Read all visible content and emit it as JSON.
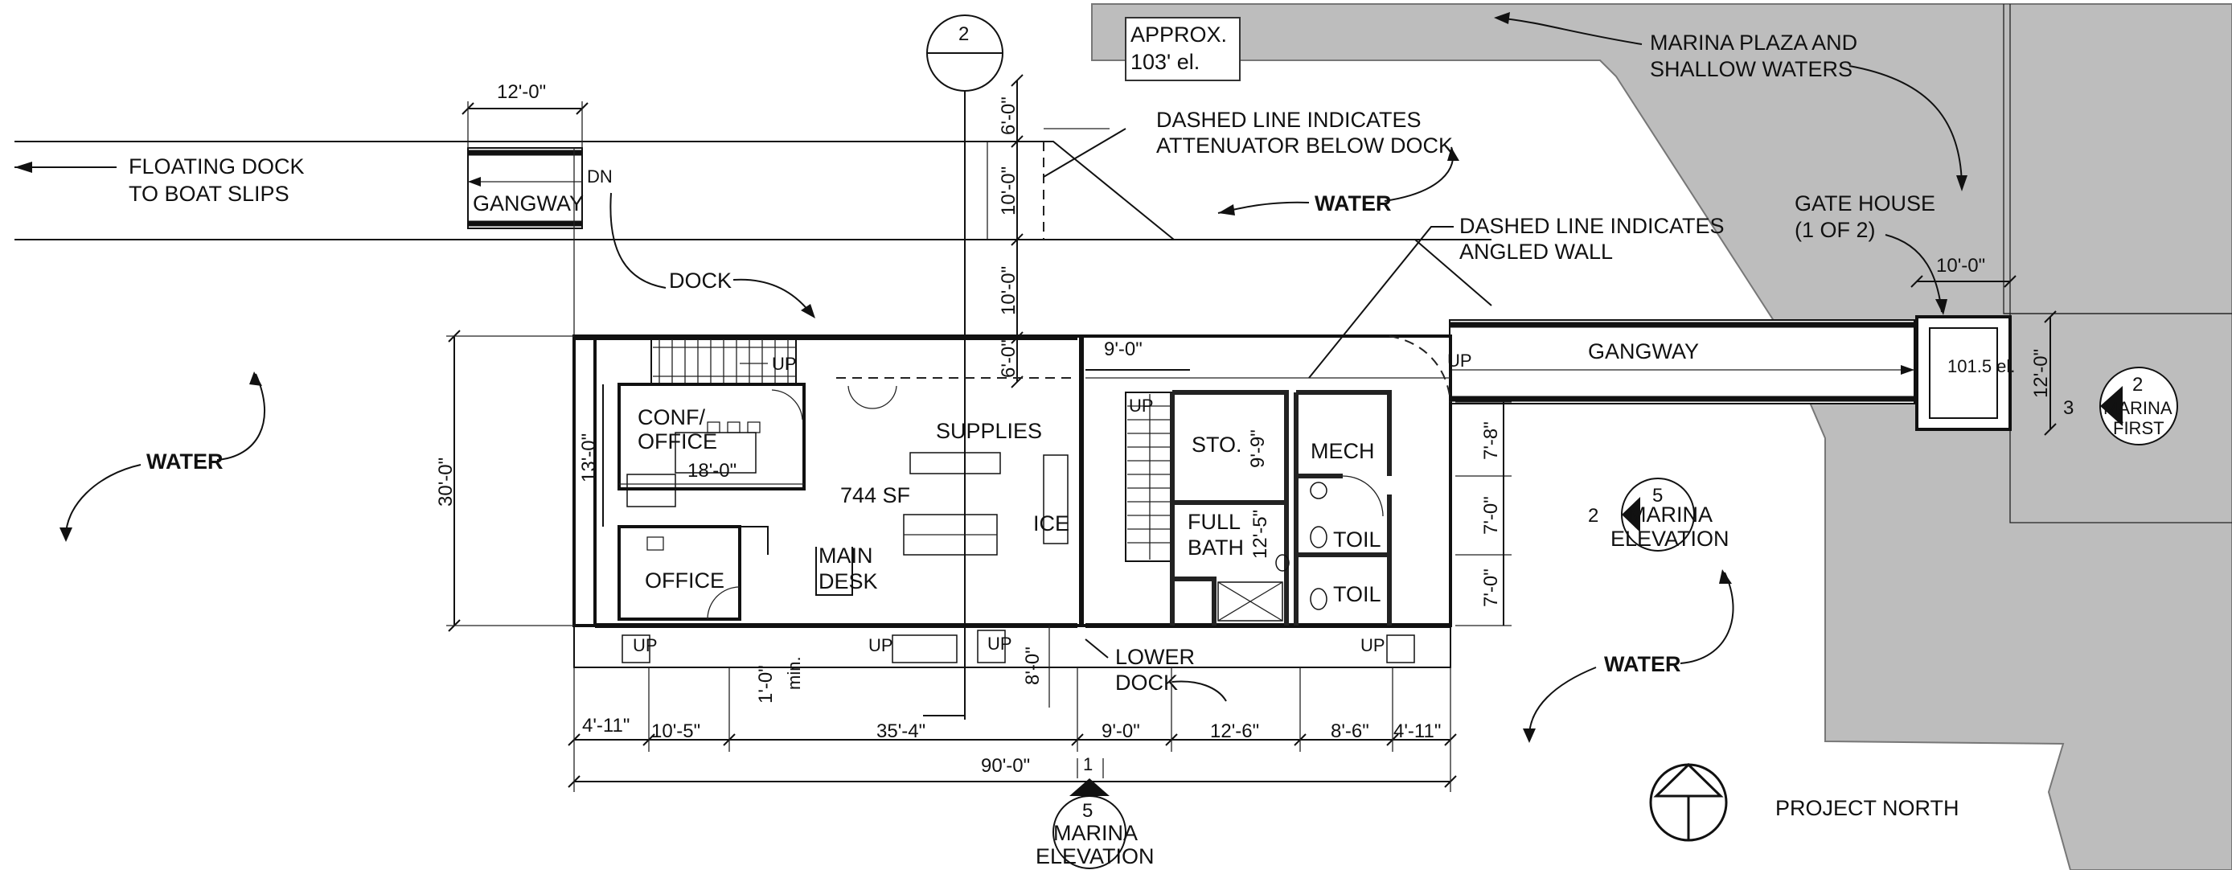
{
  "labels": {
    "approx": "APPROX.",
    "approx_el": "103' el.",
    "marina_plaza_1": "MARINA PLAZA AND",
    "marina_plaza_2": "SHALLOW WATERS",
    "section_num": "2",
    "floating_dock_1": "FLOATING DOCK",
    "floating_dock_2": "TO  BOAT SLIPS",
    "gangway_left": "GANGWAY",
    "dn": "DN",
    "dim_12_0_top": "12'-0\"",
    "attenuator_1": "DASHED LINE INDICATES",
    "attenuator_2": "ATTENUATOR BELOW DOCK",
    "water_top": "WATER",
    "angled_1": "DASHED LINE INDICATES",
    "angled_2": "ANGLED WALL",
    "gatehouse_1": "GATE HOUSE",
    "gatehouse_2": "(1 OF 2)",
    "dim_10_0_gate": "10'-0\"",
    "dock": "DOCK",
    "dim_6_0_a": "6'-0\"",
    "dim_10_0_a": "10'-0\"",
    "dim_10_0_b": "10'-0\"",
    "dim_6_0_b": "6'-0\"",
    "dim_9_0_top": "9'-0\"",
    "up_stair": "UP",
    "up_gangway": "UP",
    "gangway_right": "GANGWAY",
    "el_101": "101.5 el.",
    "dim_12_0_gate": "12'-0\"",
    "marina_first_num": "2",
    "marina_first": "MARINA",
    "marina_first_2": "FIRST",
    "marina_first_ref": "3",
    "water_left": "WATER",
    "conf_office_1": "CONF/",
    "conf_office_2": "OFFICE",
    "dim_18_0": "18'-0\"",
    "dim_13_0": "13'-0\"",
    "dim_30_0": "30'-0\"",
    "supplies": "SUPPLIES",
    "area": "744 SF",
    "ice": "ICE",
    "office": "OFFICE",
    "main_desk_1": "MAIN",
    "main_desk_2": "DESK",
    "up_stair2": "UP",
    "sto": "STO.",
    "dim_9_9": "9'-9\"",
    "mech": "MECH",
    "full_bath_1": "FULL",
    "full_bath_2": "BATH",
    "dim_12_5": "12'-5\"",
    "toil_1": "TOIL",
    "toil_2": "TOIL",
    "dim_7_8": "7'-8\"",
    "dim_7_0_a": "7'-0\"",
    "dim_7_0_b": "7'-0\"",
    "elev_right_num": "5",
    "elev_right_ref": "2",
    "elev_right_1": "MARINA",
    "elev_right_2": "ELEVATION",
    "up_a": "UP",
    "up_b": "UP",
    "up_c": "UP",
    "up_d": "UP",
    "dim_1_0": "1'-0\"",
    "min": "min.",
    "dim_8_0": "8'-0\"",
    "lower_dock_1": "LOWER",
    "lower_dock_2": "DOCK",
    "water_right": "WATER",
    "dim_4_11_a": "4'-11\"",
    "dim_10_5": "10'-5\"",
    "dim_35_4": "35'-4\"",
    "dim_9_0_bot": "9'-0\"",
    "dim_12_6": "12'-6\"",
    "dim_8_6": "8'-6\"",
    "dim_4_11_b": "4'-11\"",
    "dim_90_0": "90'-0\"",
    "elev_bottom_ref": "1",
    "elev_bottom_num": "5",
    "elev_bottom_1": "MARINA",
    "elev_bottom_2": "ELEVATION",
    "project_north": "PROJECT NORTH"
  },
  "colors": {
    "land": "#bdbdbd",
    "ink": "#111111",
    "paper": "#ffffff"
  }
}
